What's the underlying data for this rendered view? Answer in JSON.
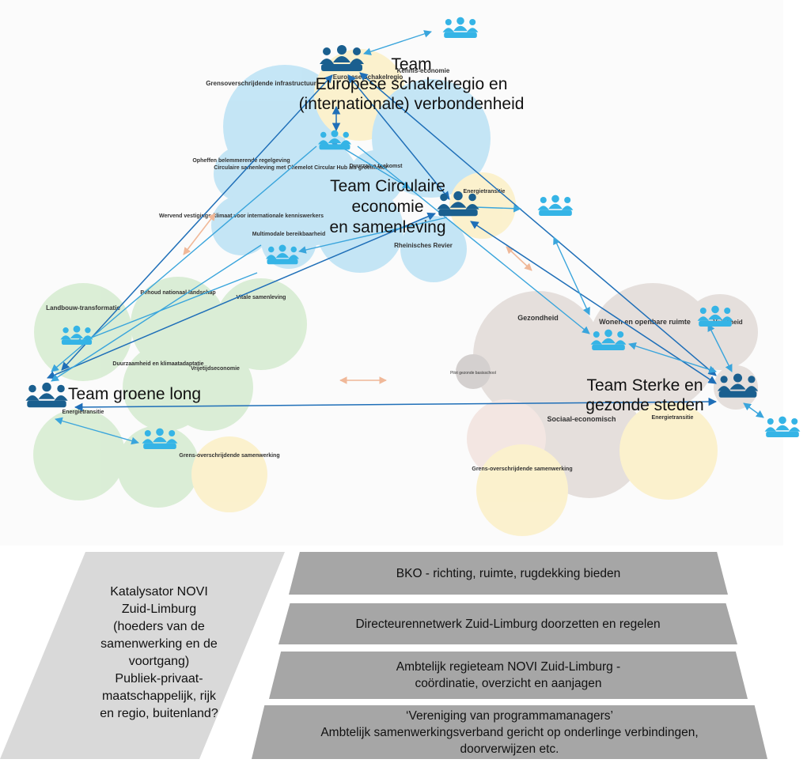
{
  "teams": {
    "europese": "Team Europese schakelregio en (internationale) verbondenheid",
    "europese_lines": [
      "Team",
      "Europese schakelregio en",
      "(internationale) verbondenheid"
    ],
    "circulaire_lines": [
      "Team Circulaire",
      "economie",
      "en samenleving"
    ],
    "groene": "Team groene long",
    "sterke_lines": [
      "Team Sterke en",
      "gezonde  steden"
    ]
  },
  "bubbles": {
    "grensoverschrijdende_infra": "Grensoverschrijdende infrastructuur",
    "europese_schakel": "Europese Schakelregio",
    "kennis": "Kennis-economie",
    "circulaire_hub": "Circulaire samenleving met Chemelot Circular Hub als groeimotor",
    "opheffen": "Opheffen belemmerende regelgeving",
    "duurzame": "Duurzame toekomst",
    "vestiging": "Wervend vestigings-klimaat voor internationale kenniswerkers",
    "multimodale": "Multimodale bereikbaarheid",
    "energietransitie": "Energietransitie",
    "rheinisches": "Rheinisches Revier",
    "landbouw": "Landbouw-transformatie",
    "behoud": "Behoud nationaal landschap",
    "vitale": "Vitale samenleving",
    "klimaat": "Duurzaamheid en klimaatadaptatie",
    "vrijetijd": "Vrijetijdseconomie",
    "energie_links": "Energietransitie",
    "grens_links": "Grens-overschrijdende samenwerking",
    "gezondheid": "Gezondheid",
    "wonen": "Wonen en openbare ruimte",
    "veiligheid": "Veiligheid",
    "sociaal": "Sociaal-economisch",
    "grens_rechts": "Grens-overschrijdende samenwerking",
    "energie_rechts": "Energietransitie",
    "pilot": "Pilot gezonde basisschool"
  },
  "left_panel": {
    "lines": [
      "Katalysator NOVI",
      "Zuid-Limburg",
      "(hoeders van de",
      "samenwerking en de",
      "voortgang)",
      "Publiek-privaat-",
      "maatschappelijk, rijk",
      "en regio, buitenland?"
    ]
  },
  "layers": [
    {
      "text": "BKO - richting, ruimte, rugdekking bieden"
    },
    {
      "text": "Directeurennetwerk Zuid-Limburg doorzetten en regelen"
    },
    {
      "line1": "Ambtelijk regieteam NOVI Zuid-Limburg  -",
      "line2": "coördinatie, overzicht en aanjagen"
    },
    {
      "line1": "‘Vereniging van programmamanagers’",
      "line2": "Ambtelijk samenwerkingsverband gericht op onderlinge verbindingen,",
      "line3": "doorverwijzen etc."
    }
  ],
  "colors": {
    "arrow_dark": "#1f6fb8",
    "arrow_light": "#3aa5dc",
    "arrow_peach": "#f0b898",
    "icon_dark": "#1a5f8f",
    "icon_light": "#35b4e6",
    "blue_bubble": "#bfe3f5",
    "green_bubble": "#d7ecd2",
    "yellow_bubble": "#fbf0c9",
    "grey_bubble": "#e3dcd9"
  }
}
